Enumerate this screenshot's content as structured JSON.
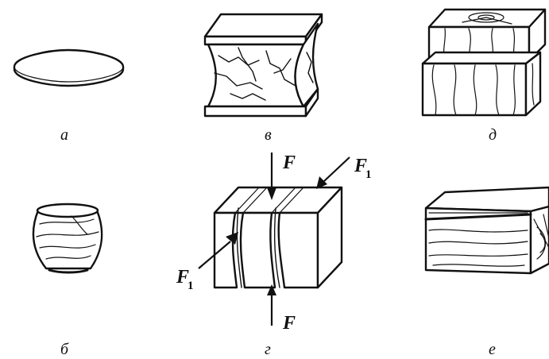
{
  "panels": {
    "a": "а",
    "b": "б",
    "v": "в",
    "g": "г",
    "d": "д",
    "e": "е"
  },
  "forces": {
    "axial": "F",
    "lateral": "F",
    "lateral_subscript": "1"
  }
}
